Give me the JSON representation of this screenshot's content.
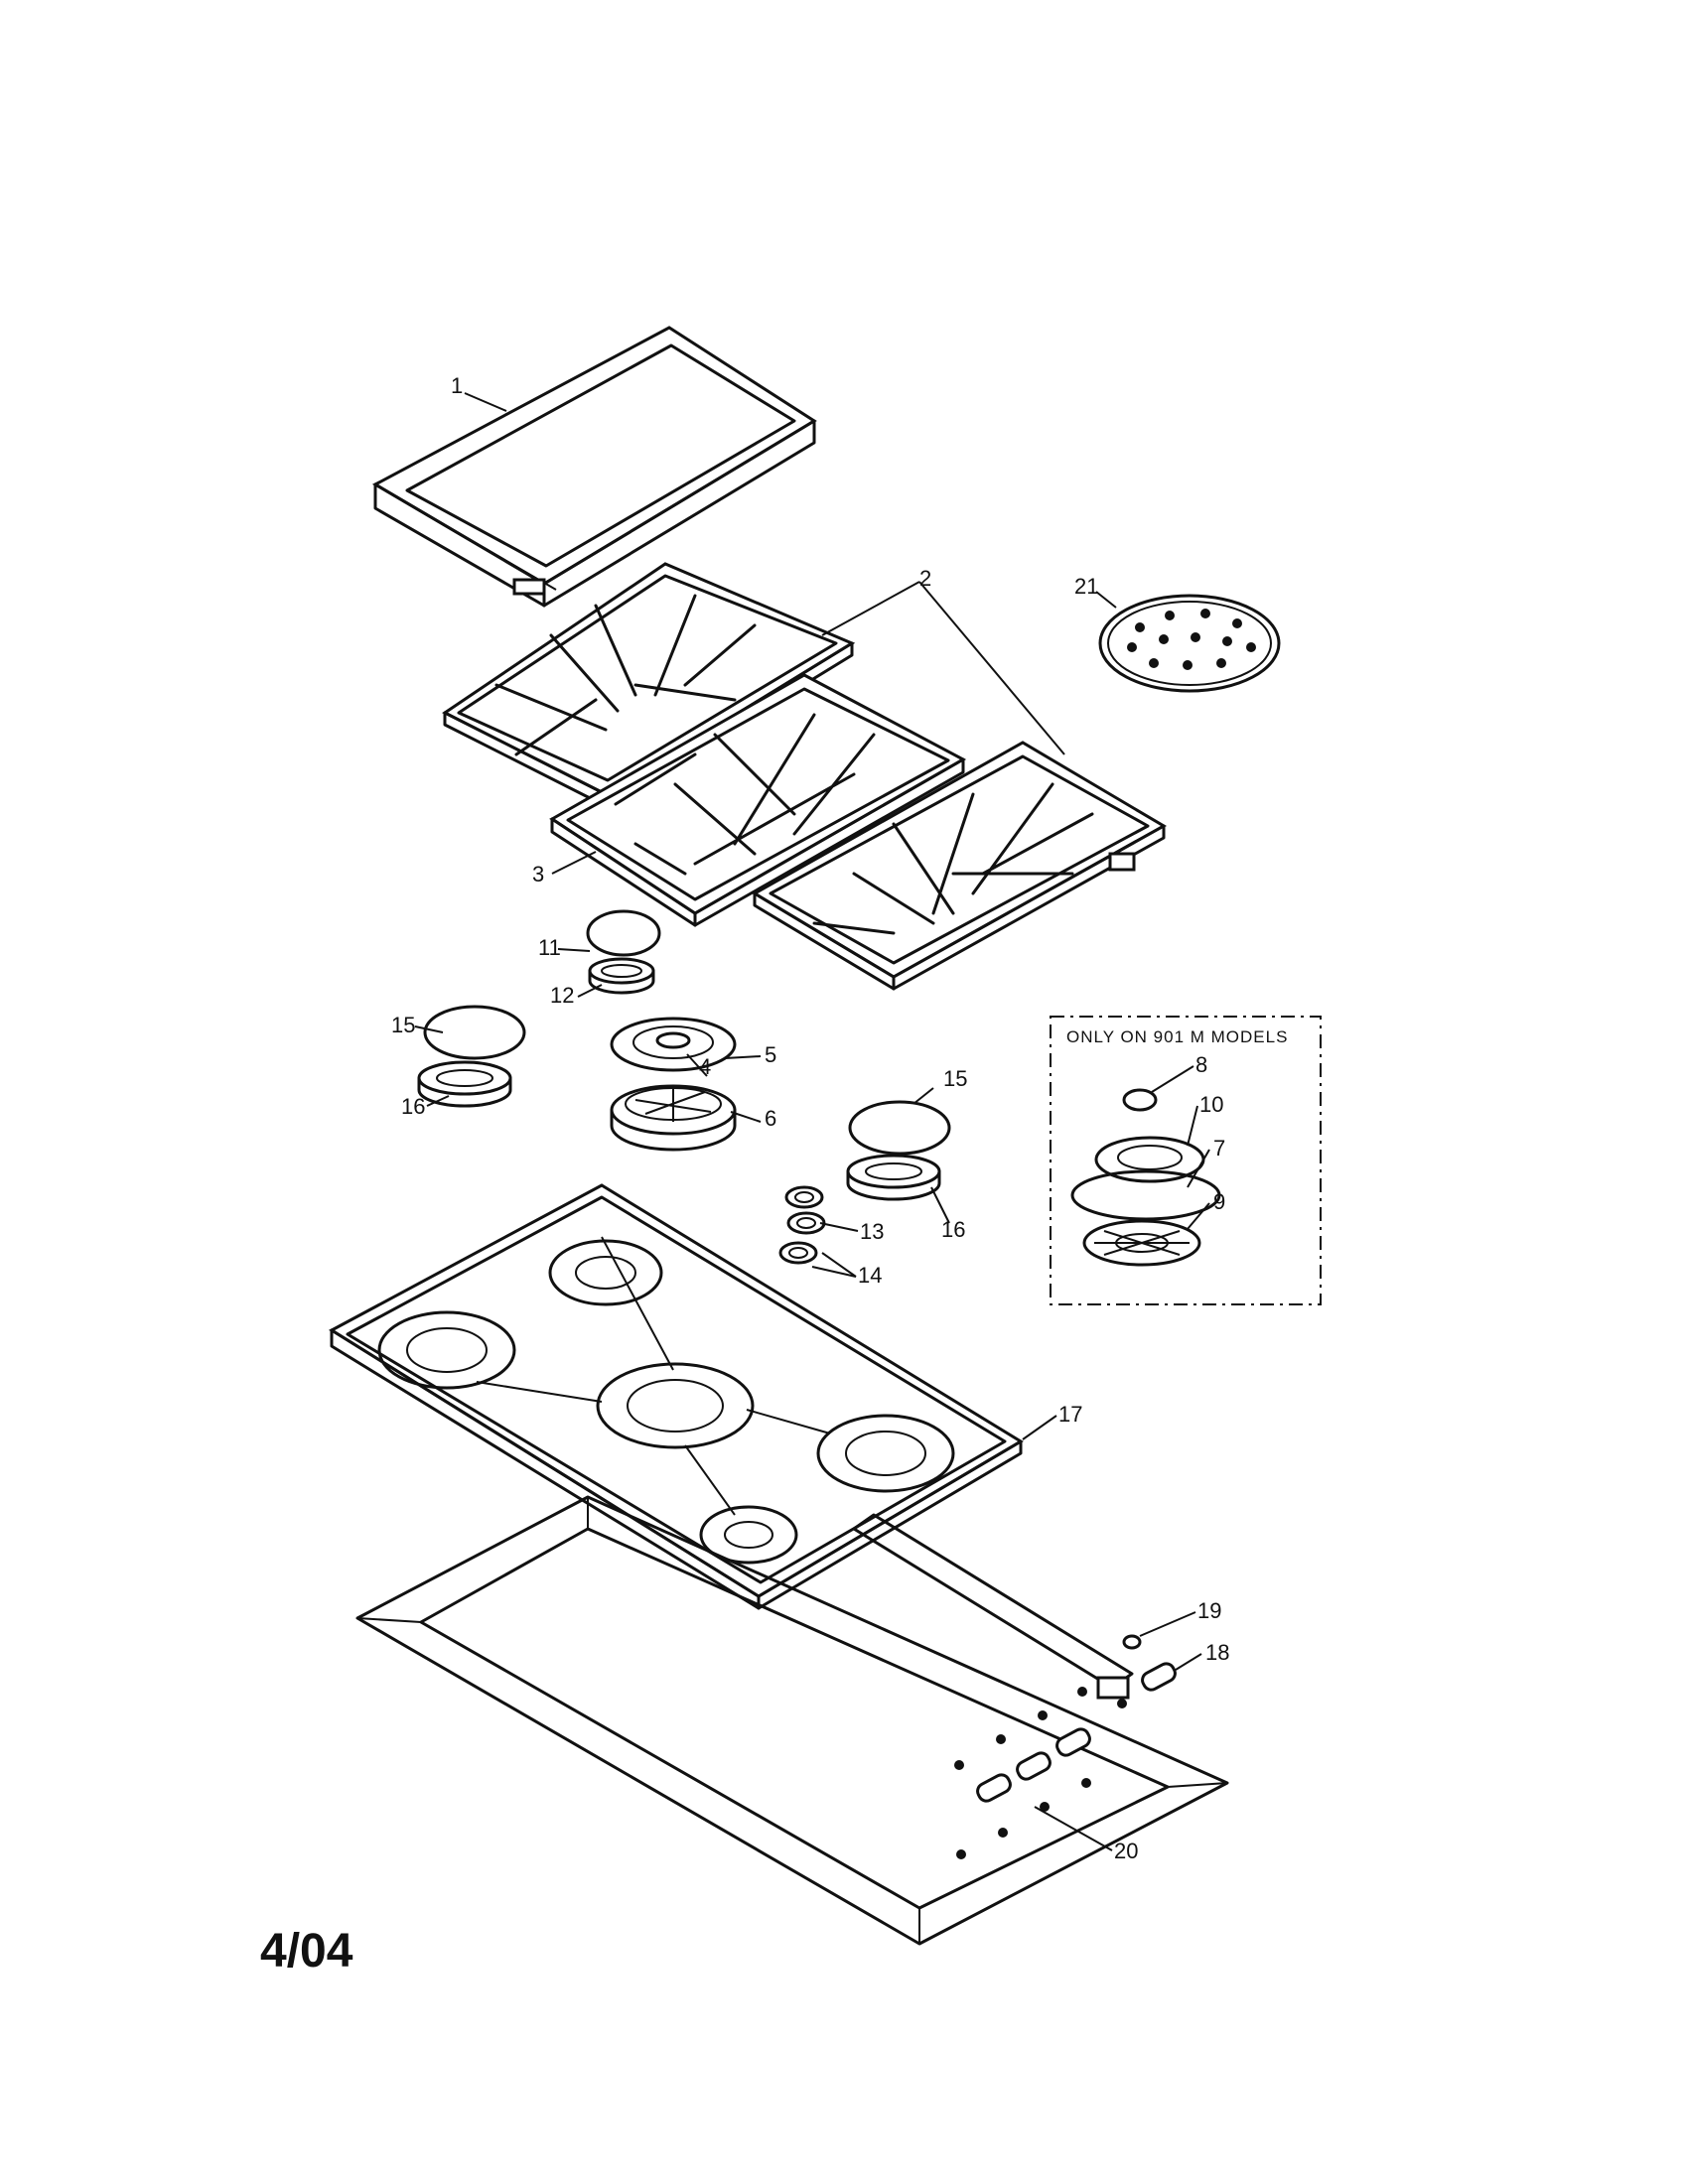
{
  "page": {
    "date_code": "4/04"
  },
  "inset": {
    "title": "ONLY ON 901 M MODELS"
  },
  "callouts": {
    "c1": "1",
    "c2": "2",
    "c3": "3",
    "c4": "4",
    "c5": "5",
    "c6": "6",
    "c7": "7",
    "c8": "8",
    "c9": "9",
    "c10": "10",
    "c11": "11",
    "c12": "12",
    "c13": "13",
    "c14": "14",
    "c15a": "15",
    "c15b": "15",
    "c16a": "16",
    "c16b": "16",
    "c17": "17",
    "c18": "18",
    "c19": "19",
    "c20": "20",
    "c21": "21"
  }
}
